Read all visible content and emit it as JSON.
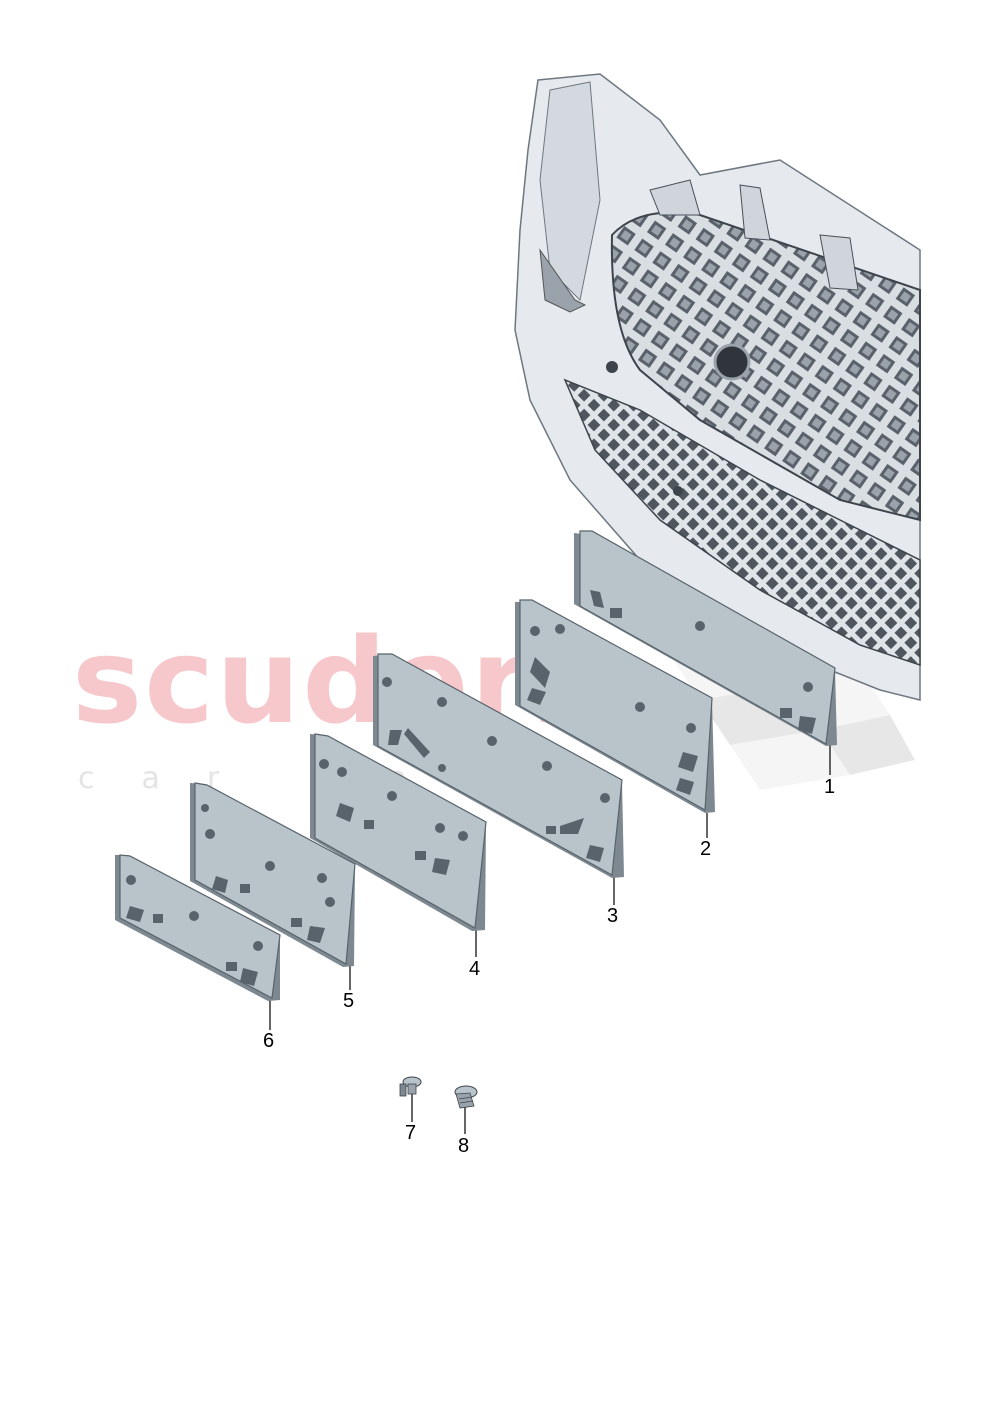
{
  "watermark": {
    "brand": "scuderia",
    "tagline": "car parts"
  },
  "callouts": [
    "1",
    "2",
    "3",
    "4",
    "5",
    "6",
    "7",
    "8"
  ],
  "colors": {
    "plate_face": "#b9c3ca",
    "plate_edge": "#7d8890",
    "bumper": "#e6eaee",
    "grille_mesh": "#4a5058",
    "watermark_red": "#f4b5b9",
    "watermark_grey": "#e4e4e4"
  }
}
